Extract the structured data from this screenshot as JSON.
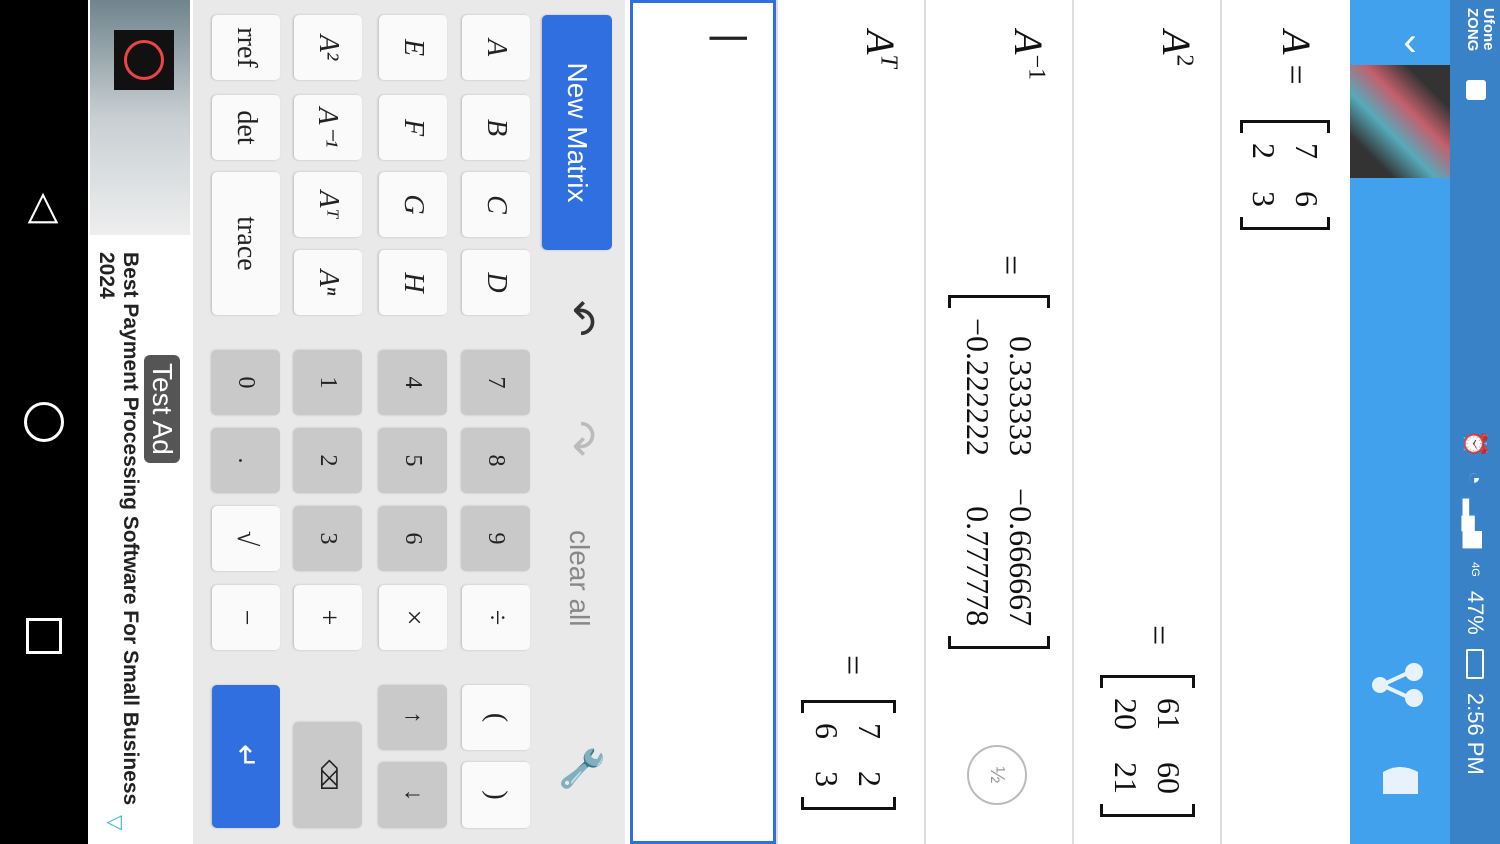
{
  "status_bar": {
    "carrier1": "Ufone",
    "carrier2": "ZONG",
    "battery": "47%",
    "time": "2:56 PM",
    "network": "4G"
  },
  "app_bar": {
    "icons": [
      "chevron-up-icon",
      "app-thumbnail",
      "share-icon",
      "bell-icon"
    ]
  },
  "results": [
    {
      "label": "A",
      "sup": "",
      "eq": "=",
      "matrix": [
        [
          "7",
          "6"
        ],
        [
          "2",
          "3"
        ]
      ]
    },
    {
      "label": "A",
      "sup": "2",
      "eq": "=",
      "matrix": [
        [
          "61",
          "60"
        ],
        [
          "20",
          "21"
        ]
      ]
    },
    {
      "label": "A",
      "sup": "−1",
      "eq": "=",
      "matrix": [
        [
          "0.333333",
          "−0.666667"
        ],
        [
          "−0.222222",
          "0.777778"
        ]
      ]
    },
    {
      "label": "A",
      "sup": "T",
      "eq": "=",
      "matrix": [
        [
          "7",
          "2"
        ],
        [
          "6",
          "3"
        ]
      ]
    }
  ],
  "input": {
    "value": "|"
  },
  "toolbar": {
    "new_matrix": "New Matrix",
    "clear_all": "clear all"
  },
  "keys": {
    "letters": [
      "A",
      "B",
      "C",
      "D",
      "E",
      "F",
      "G",
      "H"
    ],
    "ops": [
      "A²",
      "A⁻¹",
      "Aᵀ",
      "Aⁿ"
    ],
    "funcs": [
      "rref",
      "det",
      "trace"
    ],
    "digits": [
      "7",
      "8",
      "9",
      "÷",
      "4",
      "5",
      "6",
      "×",
      "1",
      "2",
      "3",
      "+",
      "0",
      ".",
      "√",
      "−"
    ],
    "parens": [
      "(",
      ")"
    ],
    "arrows": [
      "↑",
      "↓"
    ],
    "backspace": "⌫",
    "enter": "↵"
  },
  "ad": {
    "badge": "Test Ad",
    "text": "Best Payment Processing Software For Small Business 2024"
  },
  "colors": {
    "primary": "#42a1ec",
    "status": "#3a82c8",
    "accent": "#2f6fe0"
  }
}
